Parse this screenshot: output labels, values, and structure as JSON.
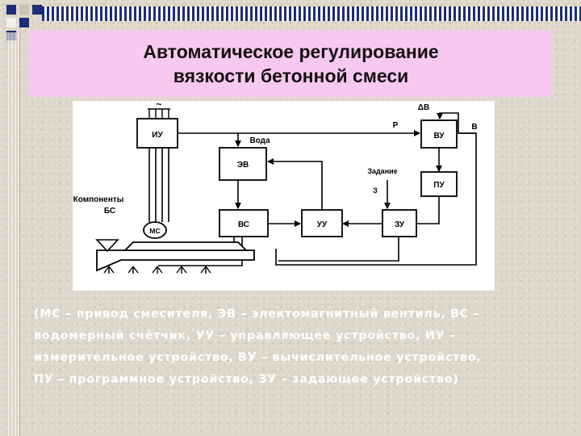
{
  "title": {
    "line1": "Автоматическое регулирование",
    "line2": "вязкости бетонной смеси"
  },
  "diagram": {
    "blocks": {
      "iu": "ИУ",
      "ev": "ЭВ",
      "vs": "ВС",
      "uu": "УУ",
      "zu": "ЗУ",
      "vu": "ВУ",
      "pu": "ПУ",
      "ms": "МС"
    },
    "labels": {
      "ac": "~",
      "voda": "Вода",
      "components_1": "Компоненты",
      "components_2": "БС",
      "zadanie": "Задание",
      "z": "З",
      "p": "Р",
      "delta_v": "ΔВ",
      "v": "В"
    }
  },
  "caption": {
    "line1": "(МС – привод смесителя, ЭВ – электомагнитный вентиль, ВС –",
    "line2": "водомерный счётчик, УУ – управляющее устройство, ИУ –",
    "line3": "измерительное устройство, ВУ – вычислительное устройство,",
    "line4": "ПУ – программное устройство, ЗУ – задающее устройство)"
  },
  "colors": {
    "title_bg": "#f8c8f0",
    "background": "#ddd6c9",
    "stripe": "#1d2c78"
  }
}
